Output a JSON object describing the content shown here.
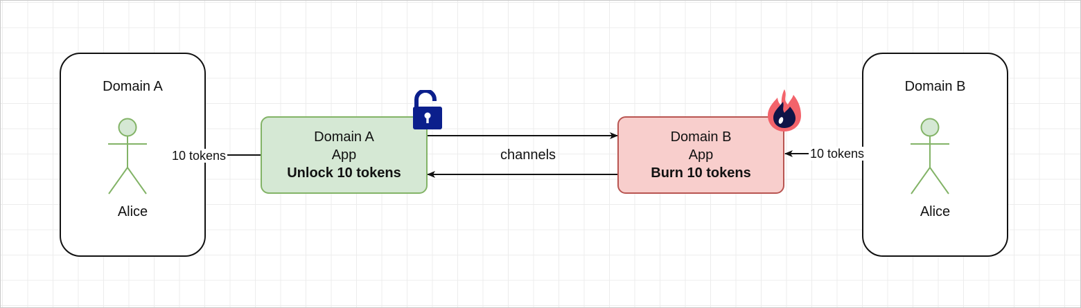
{
  "domain_a": {
    "title": "Domain A",
    "actor_label": "Alice",
    "app": {
      "line1": "Domain A",
      "line2": "App",
      "action": "Unlock 10 tokens"
    },
    "transfer_label": "10 tokens"
  },
  "domain_b": {
    "title": "Domain B",
    "actor_label": "Alice",
    "app": {
      "line1": "Domain B",
      "line2": "App",
      "action": "Burn 10 tokens"
    },
    "transfer_label": "10 tokens"
  },
  "link_label": "channels",
  "icons": {
    "unlock": "padlock-open-icon",
    "burn": "flame-icon"
  },
  "colors": {
    "app_a_fill": "#d5e8d4",
    "app_a_stroke": "#82b366",
    "app_b_fill": "#f8cecc",
    "app_b_stroke": "#b85450",
    "actor": "#82b366",
    "lock": "#0b1f8c",
    "flame_outer": "#f3636b",
    "flame_inner": "#0f1447"
  }
}
